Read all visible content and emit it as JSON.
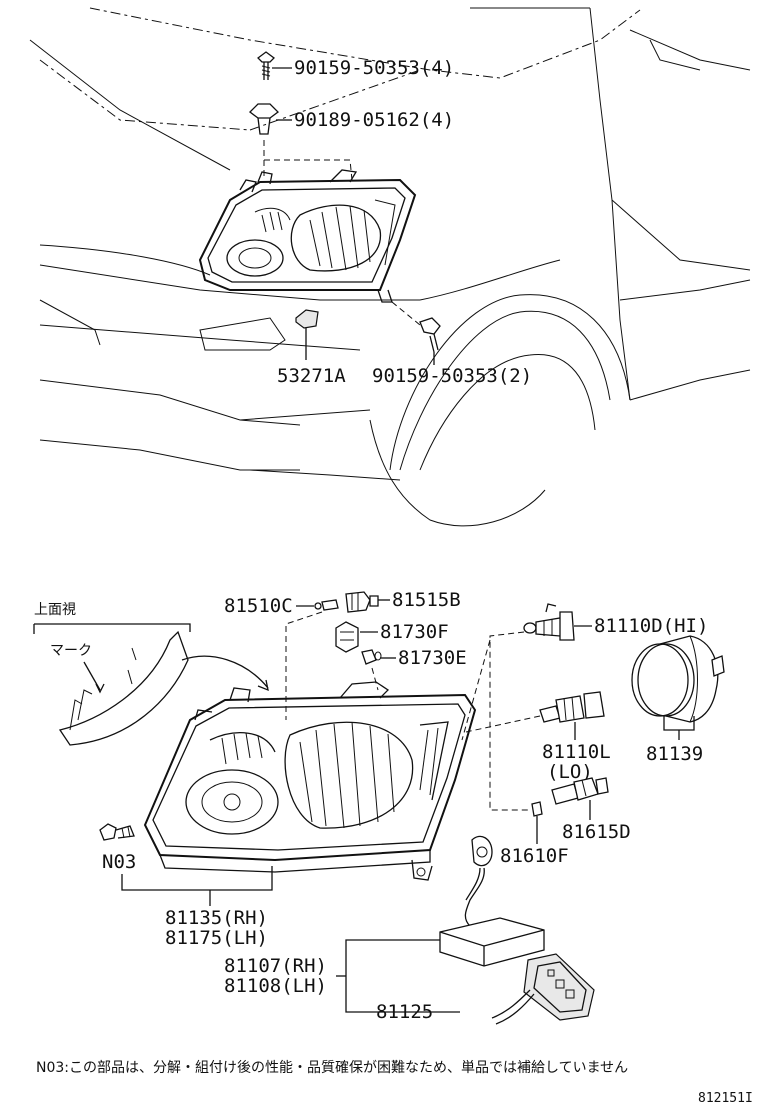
{
  "labels": {
    "screw_top": "90159-50353(4)",
    "clip_top": "90189-05162(4)",
    "nut": "53271A",
    "screw_bottom": "90159-50353(2)",
    "bulb_socket_c": "81510C",
    "bulb_b": "81515B",
    "socket_f": "81730F",
    "bulb_e": "81730E",
    "bulb_hi": "81110D(HI)",
    "cap": "81139",
    "bulb_lo_num": "81110L",
    "bulb_lo_tag": "(LO)",
    "socket_d": "81615D",
    "bulb_f": "81610F",
    "n03": "N03",
    "unit_rh": "81135(RH)",
    "unit_lh": "81175(LH)",
    "ballast_rh": "81107(RH)",
    "ballast_lh": "81108(LH)",
    "ballast_sub": "81125"
  },
  "inset": {
    "title": "上面視",
    "mark": "マーク"
  },
  "footnote": "N03:この部品は、分解・組付け後の性能・品質確保が困難なため、単品では補給していません",
  "diagram_code": "812151I"
}
